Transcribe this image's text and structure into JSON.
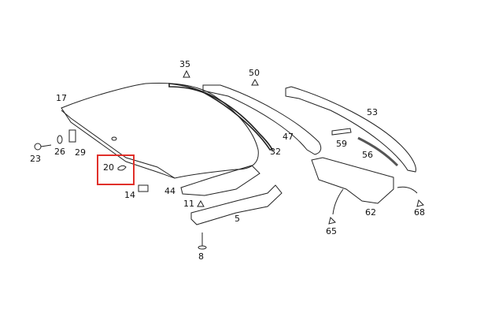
{
  "diagram": {
    "highlight_color": "#e0302a",
    "highlighted_part": "20",
    "labels": [
      "35",
      "50",
      "17",
      "53",
      "47",
      "32",
      "59",
      "56",
      "23",
      "26",
      "29",
      "20",
      "14",
      "44",
      "11",
      "5",
      "62",
      "68",
      "65",
      "8"
    ]
  }
}
